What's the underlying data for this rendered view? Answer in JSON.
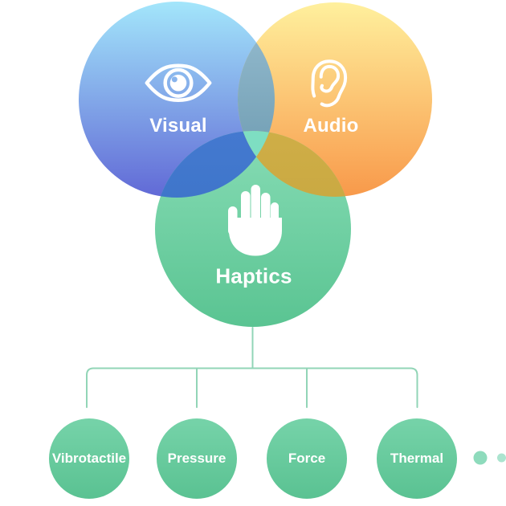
{
  "text_color": "#ffffff",
  "venn": {
    "circles": [
      {
        "id": "visual",
        "label": "Visual",
        "icon": "eye-icon",
        "color_top": "#a3e6fb",
        "color_bottom": "#6169d6"
      },
      {
        "id": "audio",
        "label": "Audio",
        "icon": "ear-icon",
        "color_top": "#fff09d",
        "color_bottom": "#f8994a"
      },
      {
        "id": "haptics",
        "label": "Haptics",
        "icon": "hand-icon",
        "color_top": "#87dcb5",
        "color_bottom": "#5ac492"
      }
    ],
    "overlaps": {
      "visual_audio_top": "#98bed1",
      "visual_audio_bottom": "#6796ac",
      "visual_haptics_top": "#4479d0",
      "visual_haptics_bottom": "#3570bf",
      "audio_haptics_top": "#cfae47",
      "audio_haptics_bottom": "#c0a039",
      "center": "#7edec2"
    }
  },
  "tree": {
    "parent": "Haptics",
    "line_color": "#92d5b7",
    "child_color_top": "#76d3a9",
    "child_color_bottom": "#5ac292",
    "children": [
      {
        "label": "Vibrotactile"
      },
      {
        "label": "Pressure"
      },
      {
        "label": "Force"
      },
      {
        "label": "Thermal"
      }
    ],
    "ellipsis": {
      "dot_count": 2,
      "dot_color_1": "#8edbbc",
      "dot_color_2": "#abe4cf"
    }
  }
}
